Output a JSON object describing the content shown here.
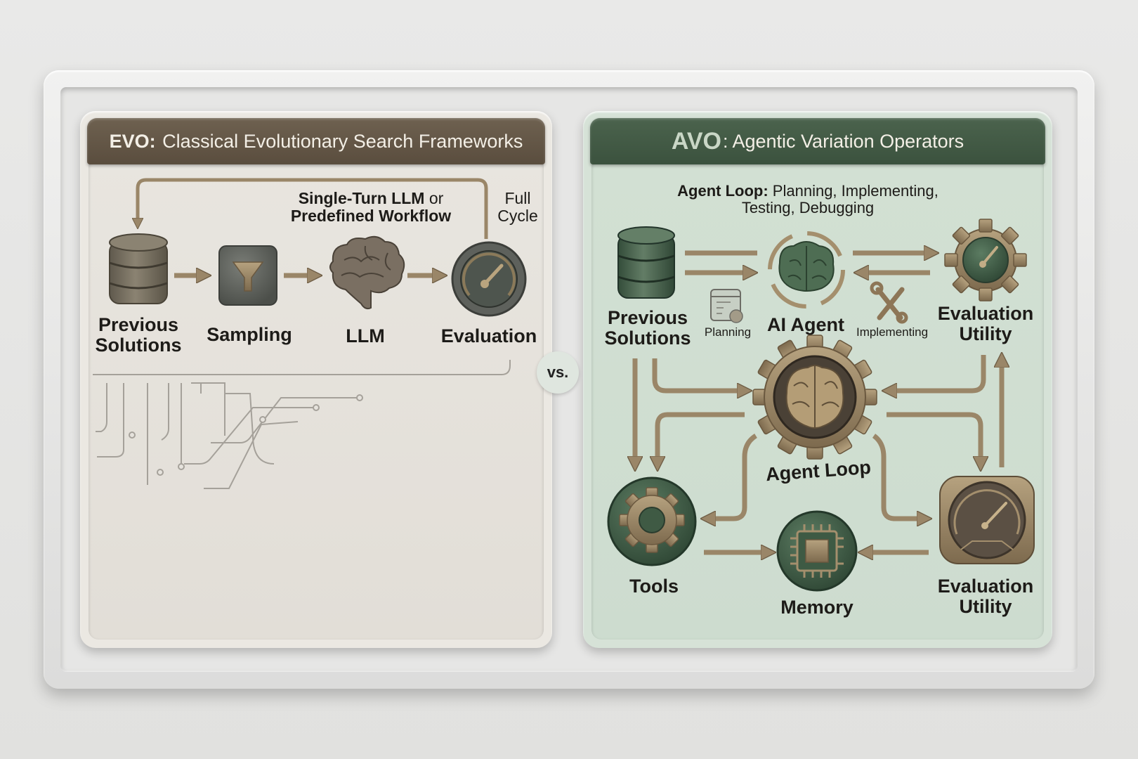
{
  "colors": {
    "background": "#e4e4e3",
    "evo_header": "#62554a",
    "avo_header": "#435b45",
    "evo_panel": "#e6e3dd",
    "avo_panel": "#d2e0d3",
    "bronze_arrow": "#9a8668",
    "stone_grey": "#5f625c",
    "dark_green": "#3f5a44"
  },
  "evo": {
    "title_abbr": "EVO:",
    "title_rest": " Classical Evolutionary Search Frameworks",
    "workflow_label_bold": "Single-Turn LLM",
    "workflow_label_normal": " or",
    "workflow_label_line2": "Predefined Workflow",
    "cycle_label_line1": "Full",
    "cycle_label_line2": "Cycle",
    "nodes": [
      {
        "id": "previous-solutions",
        "line1": "Previous",
        "line2": "Solutions",
        "icon": "database-icon"
      },
      {
        "id": "sampling",
        "line1": "Sampling",
        "icon": "funnel-icon"
      },
      {
        "id": "llm",
        "line1": "LLM",
        "icon": "brain-icon"
      },
      {
        "id": "evaluation",
        "line1": "Evaluation",
        "icon": "gauge-icon"
      }
    ]
  },
  "vs_label": "VS.",
  "avo": {
    "title_abbr": "AVO",
    "title_rest": ": Agentic Variation Operators",
    "loop_label_bold": "Agent Loop:",
    "loop_label_line1": " Planning, Implementing,",
    "loop_label_line2": "Testing, Debugging",
    "nodes": {
      "previous_solutions": {
        "line1": "Previous",
        "line2": "Solutions",
        "icon": "database-icon"
      },
      "ai_agent": {
        "line1": "AI Agent",
        "icon": "brain-cycle-icon"
      },
      "planning": {
        "line1": "Planning",
        "icon": "calendar-plan-icon"
      },
      "implementing": {
        "line1": "Implementing",
        "icon": "wrench-icon"
      },
      "evaluation_top": {
        "line1": "Evaluation",
        "line2": "Utility",
        "icon": "gear-gauge-icon"
      },
      "agent_loop": {
        "line1": "Agent Loop",
        "icon": "gear-brain-icon"
      },
      "tools": {
        "line1": "Tools",
        "icon": "gear-icon"
      },
      "memory": {
        "line1": "Memory",
        "icon": "chip-icon"
      },
      "evaluation_bottom": {
        "line1": "Evaluation",
        "line2": "Utility",
        "icon": "gauge-icon"
      }
    }
  }
}
